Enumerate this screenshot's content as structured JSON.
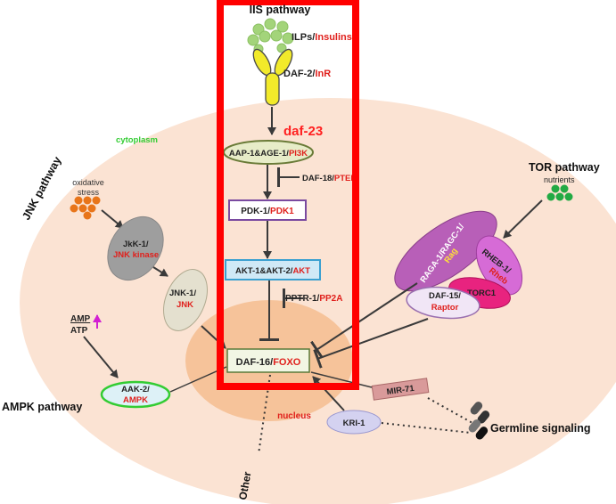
{
  "pathways": {
    "ils": "IIS pathway",
    "jnk": "JNK pathway",
    "tor": "TOR pathway",
    "ampk": "AMPK pathway",
    "germline": "Germline signaling",
    "other": "Other"
  },
  "compartments": {
    "cytoplasm": "cytoplasm",
    "nucleus": "nucleus"
  },
  "inputs": {
    "oxidative_stress": [
      "oxidative",
      "stress"
    ],
    "nutrients": "nutrients",
    "amp": "AMP",
    "atp": "ATP"
  },
  "nodes": {
    "ilps": {
      "black": "ILPs/",
      "red": "Insulins"
    },
    "daf2": {
      "black": "DAF-2/",
      "red": "InR"
    },
    "daf23": "daf-23",
    "aap1": {
      "black": "AAP-1&AGE-1/",
      "red": "PI3K"
    },
    "daf18": {
      "black": "DAF-18/",
      "red": "PTEN"
    },
    "pdk1": {
      "black": "PDK-1/",
      "red": "PDK1"
    },
    "akt": {
      "black": "AKT-1&AKT-2/",
      "red": "AKT"
    },
    "pptr1": {
      "black": "PPTR-1/",
      "red": "PP2A"
    },
    "daf16": {
      "black": "DAF-16/",
      "red": "FOXO"
    },
    "jkk1": {
      "black": "JkK-1/",
      "red": "JNK kinase"
    },
    "jnk1": {
      "black": "JNK-1/",
      "red": "JNK"
    },
    "aak2": {
      "black": "AAK-2/",
      "red": "AMPK"
    },
    "raga": {
      "black": "RAGA-1/RAGC-1/",
      "red": "Rag"
    },
    "rheb": {
      "black": "RHEB-1/",
      "red": "Rheb"
    },
    "torc1": "TORC1",
    "daf15": {
      "black": "DAF-15/",
      "red": "Raptor"
    },
    "mir71": "MIR-71",
    "kri1": "KRI-1"
  },
  "colors": {
    "cell": "#fbe3d3",
    "nucleus": "#f6c39a",
    "highlight_frame": "#ff0000",
    "name_red": "#e0201c",
    "daf23_red": "#ff2020",
    "cytoplasm_green": "#33cc33",
    "ilp_green": "#a3d47a",
    "nutrient_green": "#22aa44",
    "receptor_yellow": "#f2ea2a",
    "oxidative_orange": "#e8751a",
    "amp_arrow": "#d21fd2"
  }
}
